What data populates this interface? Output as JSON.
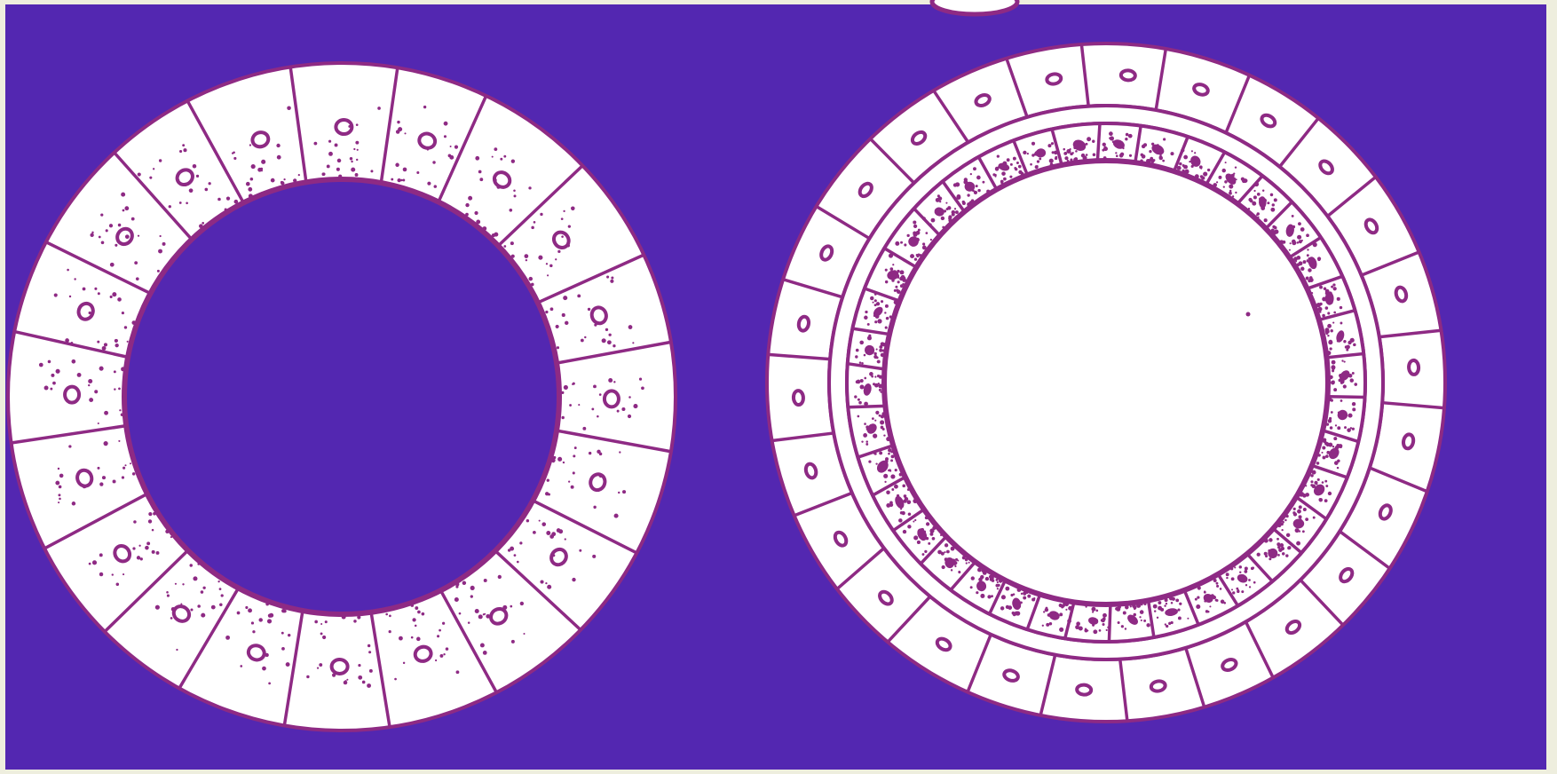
{
  "colors": {
    "frame": "#eeeede",
    "background": "#5327b1",
    "ink": "#8e2a84",
    "cell_fill": "#ffffff"
  },
  "figures": [
    {
      "name": "single-layer-cell-ring",
      "rings": [
        {
          "layer": "outer",
          "cell_count": 20,
          "nucleus": "ring",
          "granular": true
        }
      ]
    },
    {
      "name": "double-layer-cell-ring",
      "rings": [
        {
          "layer": "outer",
          "cell_count": 26,
          "nucleus": "ring",
          "granular": false
        },
        {
          "layer": "inner",
          "cell_count": 38,
          "nucleus": "dark",
          "granular": true
        }
      ]
    }
  ]
}
